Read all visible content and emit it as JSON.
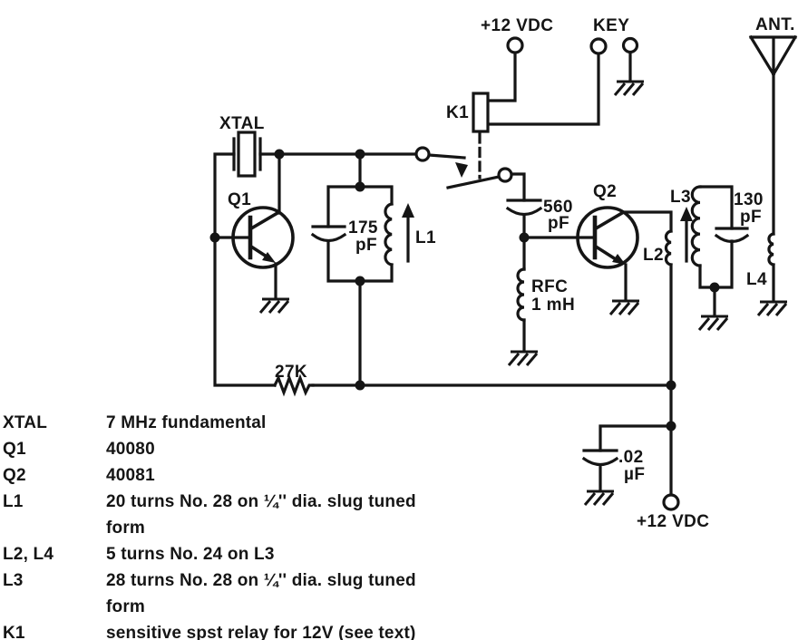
{
  "colors": {
    "ink": "#151515",
    "paper": "#ffffff"
  },
  "schematic": {
    "power_top": "+12 VDC",
    "key": "KEY",
    "antenna": "ANT.",
    "xtal": "XTAL",
    "relay": "K1",
    "q1": "Q1",
    "q2": "Q2",
    "c_tank1": {
      "value": "175",
      "unit": "pF"
    },
    "l1": "L1",
    "c_coupling": {
      "value": "560",
      "unit": "pF"
    },
    "rfc": {
      "name": "RFC",
      "value": "1 mH"
    },
    "l2": "L2",
    "l3": "L3",
    "l4": "L4",
    "c_tank2": {
      "value": "130",
      "unit": "pF"
    },
    "r_bias": "27K",
    "c_bypass": {
      "value": ".02",
      "unit": "µF"
    },
    "power_bottom": "+12 VDC"
  },
  "parts_list": {
    "rows": [
      {
        "ref": "XTAL",
        "desc": "7 MHz fundamental"
      },
      {
        "ref": "Q1",
        "desc": "40080"
      },
      {
        "ref": "Q2",
        "desc": "40081"
      },
      {
        "ref": "L1",
        "desc": "20 turns No. 28 on ¼'' dia. slug tuned\nform"
      },
      {
        "ref": "L2, L4",
        "desc": "5 turns No. 24 on L3"
      },
      {
        "ref": "L3",
        "desc": "28 turns No. 28 on ¼'' dia. slug tuned\nform"
      },
      {
        "ref": "K1",
        "desc": "sensitive spst relay for 12V (see text)"
      }
    ]
  }
}
